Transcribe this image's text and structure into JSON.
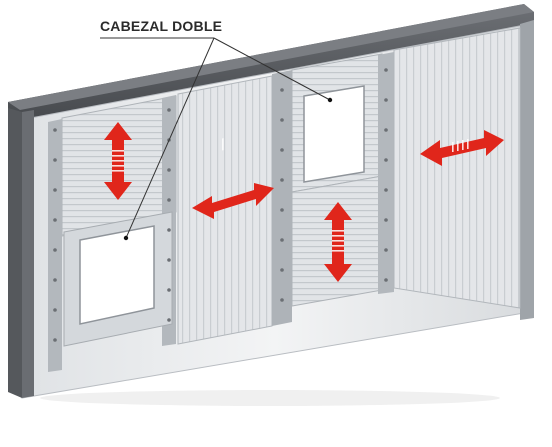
{
  "callout": {
    "label": "CABEZAL DOBLE"
  },
  "colors": {
    "frame": "#5a5d61",
    "frame_dark": "#3d3f42",
    "panel": "#e6e8ea",
    "rail": "#b7bcc1",
    "arrow": "#e0261b",
    "leader": "#333333"
  },
  "parts": {
    "left_lift_door": {
      "arrow": "vertical-double-arrow",
      "window": "window-opening"
    },
    "left_slide_panel": {
      "arrow": "horizontal-double-arrow"
    },
    "center_lift_door": {
      "arrow": "vertical-double-arrow",
      "window": "window-opening"
    },
    "right_slide_panel": {
      "arrow": "horizontal-double-arrow"
    }
  }
}
